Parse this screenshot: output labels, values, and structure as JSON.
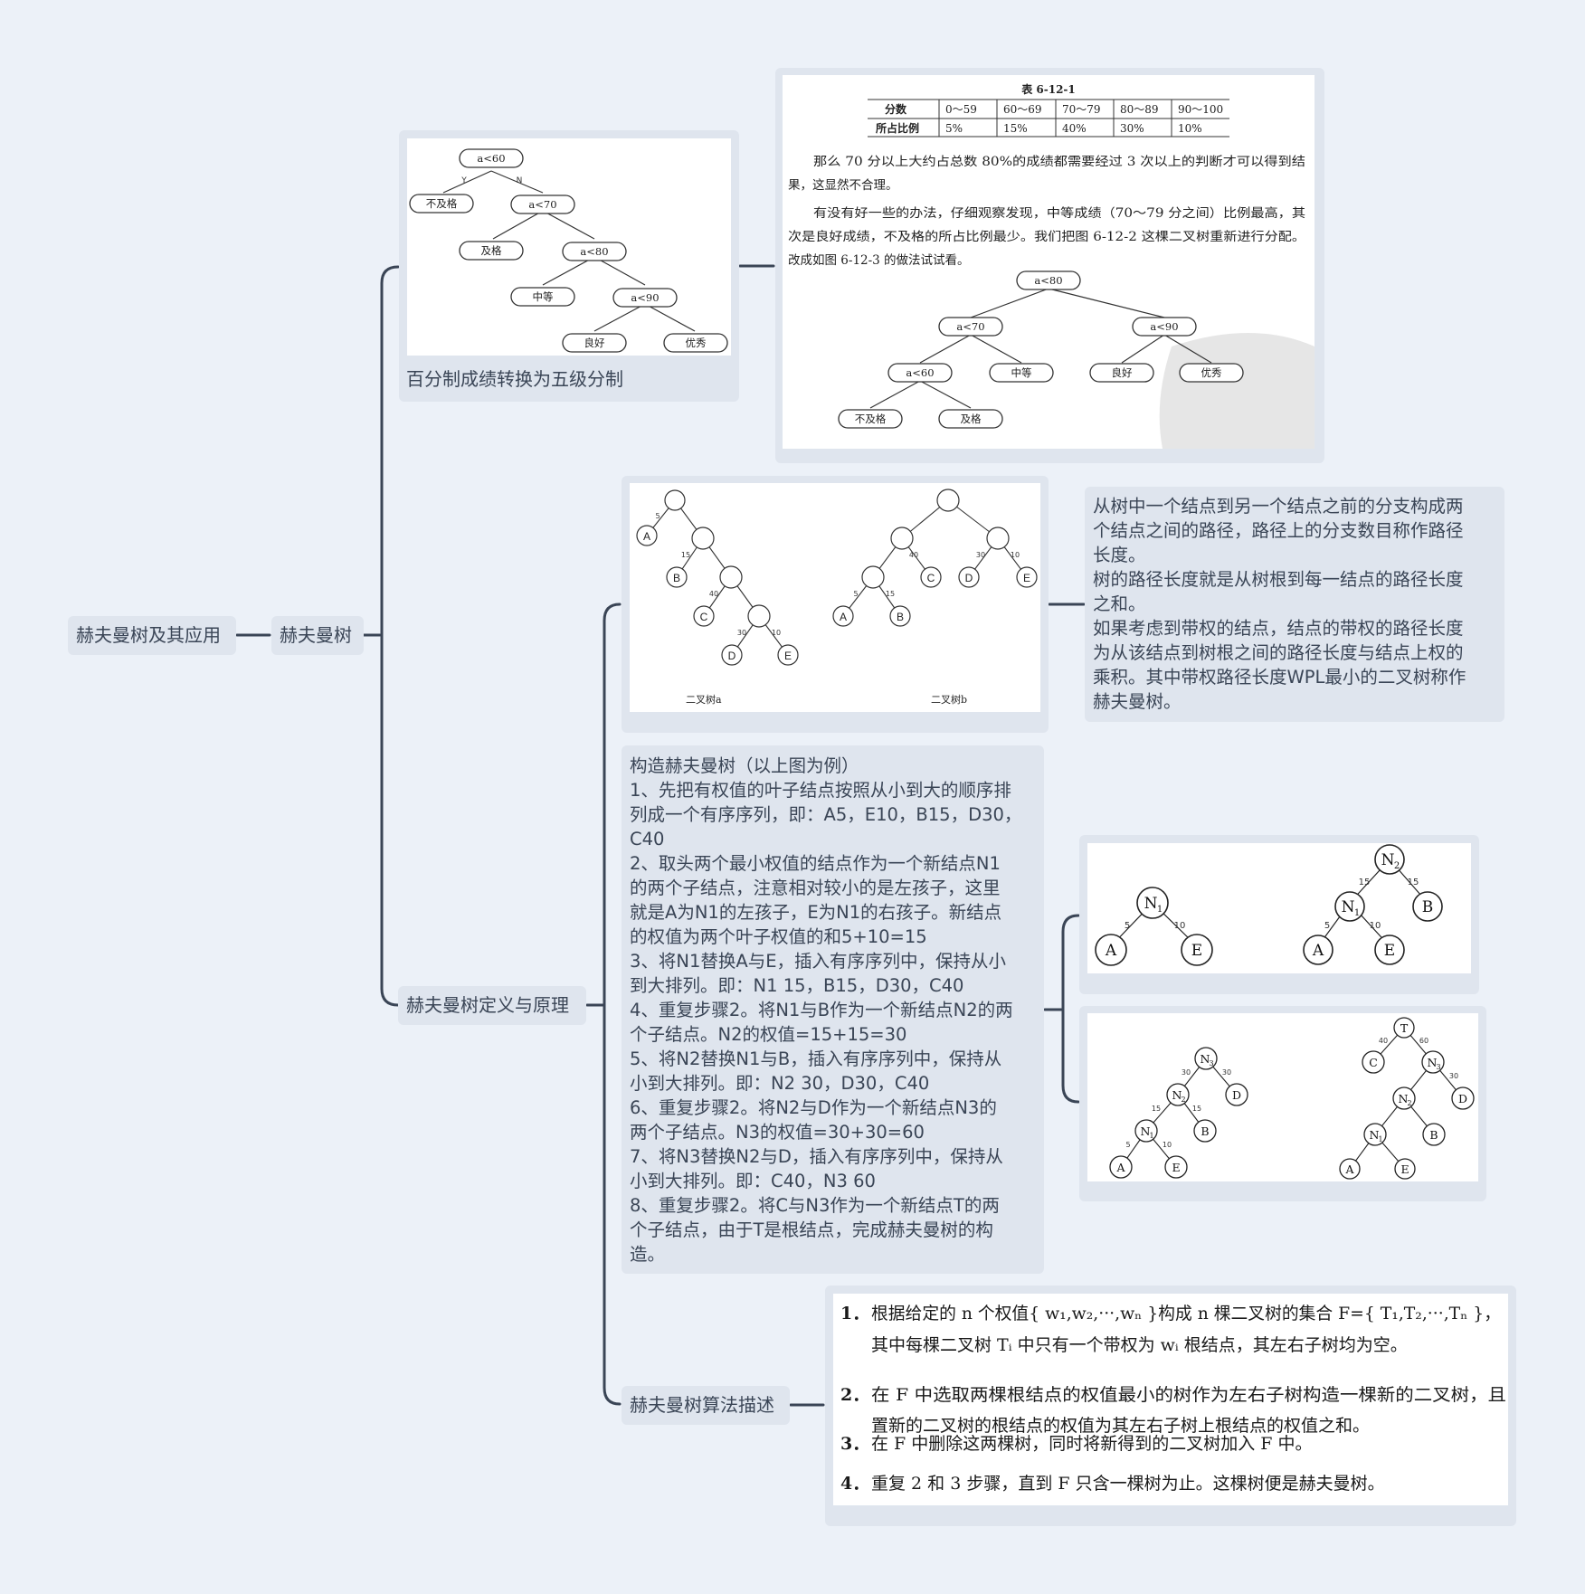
{
  "root": {
    "label": "赫夫曼树及其应用"
  },
  "level1": {
    "label": "赫夫曼树"
  },
  "branch_grade": {
    "caption": "百分制成绩转换为五级分制",
    "tree1": {
      "nodes": [
        "a<60",
        "不及格",
        "a<70",
        "及格",
        "a<80",
        "中等",
        "a<90",
        "良好",
        "优秀"
      ],
      "edge_yes": "Y",
      "edge_no": "N"
    }
  },
  "page_clip": {
    "table_title": "表 6-12-1",
    "table_headers": [
      "分数",
      "0～59",
      "60～69",
      "70～79",
      "80～89",
      "90～100"
    ],
    "table_row": [
      "所占比例",
      "5%",
      "15%",
      "40%",
      "30%",
      "10%"
    ],
    "para1_line1": "那么 70 分以上大约占总数 80%的成绩都需要经过 3 次以上的判断才可以得到结",
    "para1_line2": "果，这显然不合理。",
    "para2_line1": "有没有好一些的办法，仔细观察发现，中等成绩（70～79 分之间）比例最高，其",
    "para2_line2": "次是良好成绩，不及格的所占比例最少。我们把图 6-12-2 这棵二叉树重新进行分配。",
    "para2_line3": "改成如图 6-12-3 的做法试试看。",
    "tree2": {
      "nodes": [
        "a<80",
        "a<70",
        "a<90",
        "a<60",
        "中等",
        "良好",
        "优秀",
        "不及格",
        "及格"
      ]
    }
  },
  "branch_definition": {
    "label": "赫夫曼树定义与原理",
    "trees_image": {
      "caption_a": "二叉树a",
      "caption_b": "二叉树b",
      "tree_a": {
        "leaves": [
          "A",
          "B",
          "C",
          "D",
          "E"
        ],
        "weights": [
          "5",
          "15",
          "40",
          "30",
          "10"
        ]
      },
      "tree_b": {
        "leaves": [
          "A",
          "B",
          "C",
          "D",
          "E"
        ],
        "weights": [
          "5",
          "15",
          "40",
          "30",
          "10"
        ]
      }
    },
    "definition_text": "从树中一个结点到另一个结点之前的分支构成两\n个结点之间的路径，路径上的分支数目称作路径\n长度。\n树的路径长度就是从树根到每一结点的路径长度\n之和。\n如果考虑到带权的结点，结点的带权的路径长度\n为从该结点到树根之间的路径长度与结点上权的\n乘积。其中带权路径长度WPL最小的二叉树称作\n赫夫曼树。",
    "construct_text": "构造赫夫曼树（以上图为例）\n1、先把有权值的叶子结点按照从小到大的顺序排\n列成一个有序序列，即：A5，E10，B15，D30，\nC40\n2、取头两个最小权值的结点作为一个新结点N1\n的两个子结点，注意相对较小的是左孩子，这里\n就是A为N1的左孩子，E为N1的右孩子。新结点\n的权值为两个叶子权值的和5+10=15\n3、将N1替换A与E，插入有序序列中，保持从小\n到大排列。即：N1 15，B15，D30，C40\n4、重复步骤2。将N1与B作为一个新结点N2的两\n个子结点。N2的权值=15+15=30\n5、将N2替换N1与B，插入有序序列中，保持从\n小到大排列。即：N2 30，D30，C40\n6、重复步骤2。将N2与D作为一个新结点N3的\n两个子结点。N3的权值=30+30=60\n7、将N3替换N2与D，插入有序序列中，保持从\n小到大排列。即：C40，N3 60\n8、重复步骤2。将C与N3作为一个新结点T的两\n个子结点，由于T是根结点，完成赫夫曼树的构\n造。",
    "steps_img1": {
      "n1": "N",
      "n2": "N",
      "sub1": "1",
      "sub2": "2",
      "a": "A",
      "b": "B",
      "e": "E",
      "w5": "5",
      "w10": "10",
      "w15": "15"
    },
    "steps_img2": {
      "n3": "N",
      "t": "T",
      "sub3": "3",
      "c": "C",
      "d": "D",
      "w30": "30",
      "w40": "40",
      "w60": "60"
    }
  },
  "branch_algorithm": {
    "label": "赫夫曼树算法描述",
    "items": [
      {
        "num": "1．",
        "line1": "根据给定的 n 个权值{ w₁,w₂,···,wₙ }构成 n 棵二叉树的集合 F={ T₁,T₂,···,Tₙ }，",
        "line2": "其中每棵二叉树 Tᵢ 中只有一个带权为 wᵢ 根结点，其左右子树均为空。"
      },
      {
        "num": "2．",
        "line1": "在 F 中选取两棵根结点的权值最小的树作为左右子树构造一棵新的二叉树，且",
        "line2": "置新的二叉树的根结点的权值为其左右子树上根结点的权值之和。"
      },
      {
        "num": "3．",
        "line1": "在 F 中删除这两棵树，同时将新得到的二叉树加入 F 中。",
        "line2": ""
      },
      {
        "num": "4．",
        "line1": "重复 2 和 3 步骤，直到 F 只含一棵树为止。这棵树便是赫夫曼树。",
        "line2": ""
      }
    ]
  },
  "colors": {
    "background": "#ecf1f8",
    "node_fill": "#dfe5ee",
    "connector": "#3a4556"
  }
}
